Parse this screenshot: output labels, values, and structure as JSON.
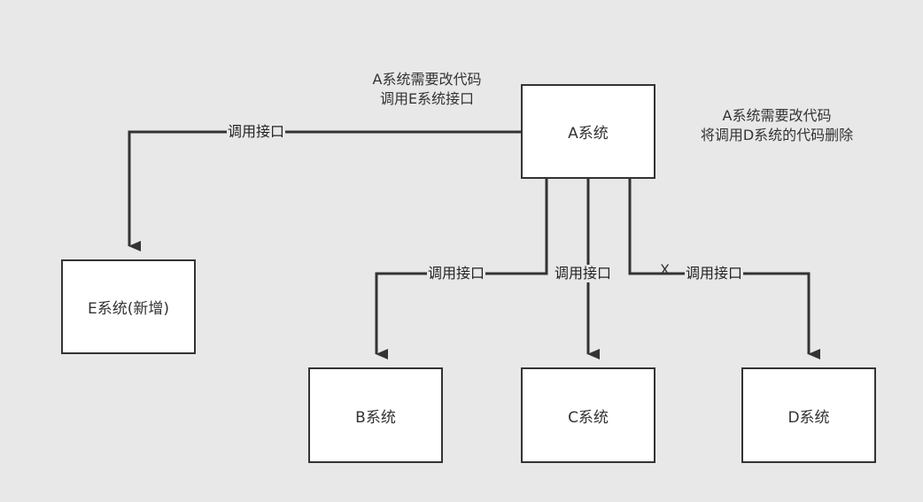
{
  "colors": {
    "background": "#e8e8e8",
    "box_fill": "#ffffff",
    "stroke": "#333333"
  },
  "nodes": {
    "a": "A系统",
    "b": "B系统",
    "c": "C系统",
    "d": "D系统",
    "e": "E系统(新增)"
  },
  "edges": {
    "a_to_e": "调用接口",
    "a_to_b": "调用接口",
    "a_to_c": "调用接口",
    "a_to_d": "调用接口",
    "a_to_d_removed_mark": "X"
  },
  "notes": {
    "left": [
      "A系统需要改代码",
      "调用E系统接口"
    ],
    "right": [
      "A系统需要改代码",
      "将调用D系统的代码删除"
    ]
  }
}
